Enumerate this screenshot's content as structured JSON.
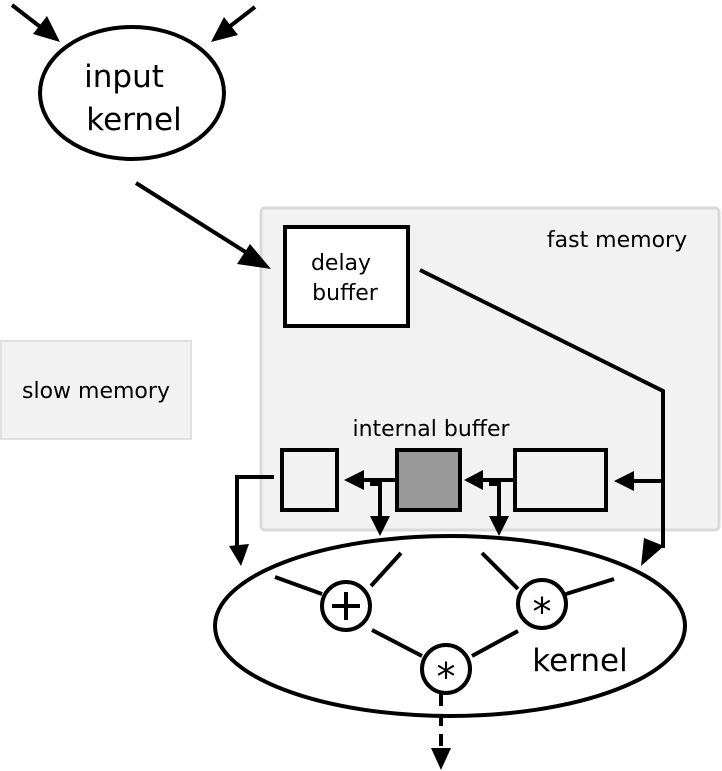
{
  "labels": {
    "input_kernel_line1": "input",
    "input_kernel_line2": "kernel",
    "fast_memory": "fast memory",
    "slow_memory": "slow memory",
    "delay_buffer_line1": "delay",
    "delay_buffer_line2": "buffer",
    "internal_buffer": "internal buffer",
    "kernel": "kernel"
  },
  "operators": {
    "plus": "+",
    "mult_right": "*",
    "mult_bottom": "*"
  },
  "colors": {
    "memory_region_fill": "#f2f2f2",
    "memory_region_stroke": "#d9d9d9",
    "filled_buffer_slot": "#999999",
    "stroke": "#000000"
  }
}
